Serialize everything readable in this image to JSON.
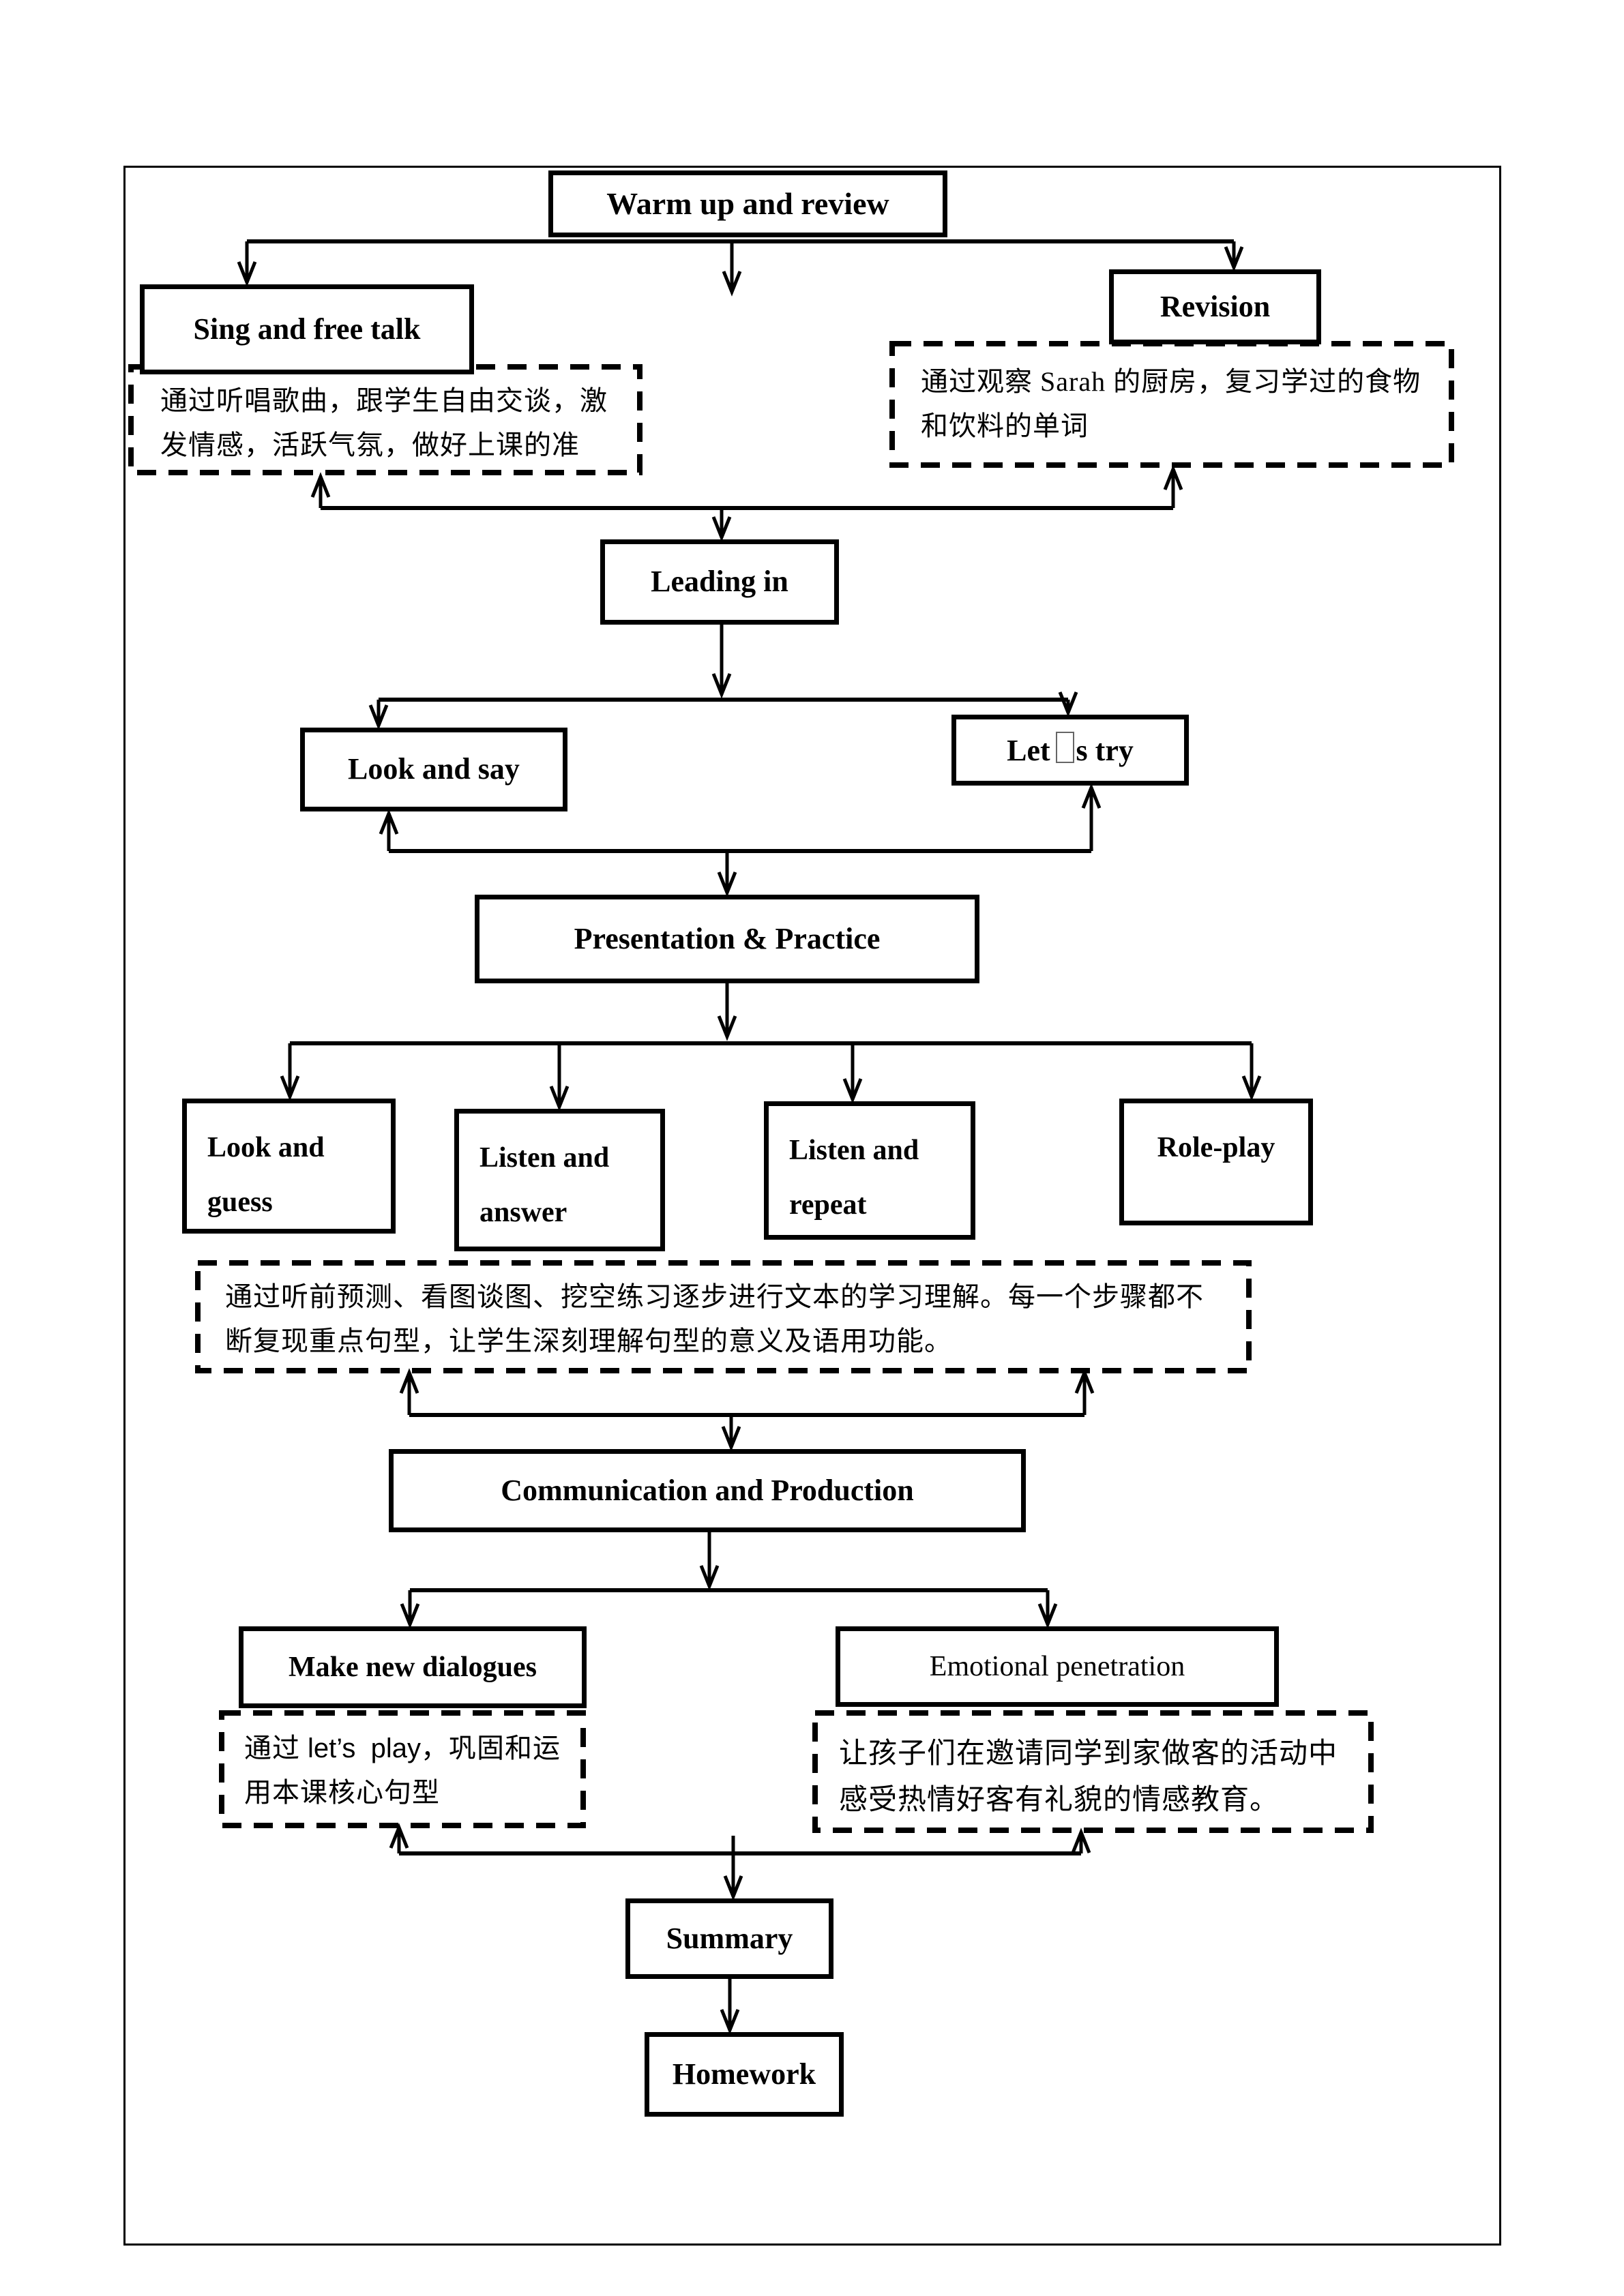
{
  "nodes": {
    "warm_up": "Warm up and review",
    "sing_free_talk": "Sing and free talk",
    "revision": "Revision",
    "leading_in": "Leading in",
    "look_and_say": "Look and say",
    "lets_try_pre": "Let",
    "lets_try_post": "s try",
    "presentation_practice": "Presentation & Practice",
    "look_and_guess": "Look and guess",
    "listen_and_answer": "Listen and answer",
    "listen_and_repeat": "Listen and repeat",
    "role_play": "Role-play",
    "communication_production": "Communication and Production",
    "make_new_dialogues": "Make new dialogues",
    "emotional_penetration": "Emotional penetration",
    "summary": "Summary",
    "homework": "Homework"
  },
  "notes": {
    "sing_note": "通过听唱歌曲，跟学生自由交谈，激发情感，活跃气氛，做好上课的准",
    "revision_note": "通过观察 Sarah 的厨房，复习学过的食物和饮料的单词",
    "practice_note": "通过听前预测、看图谈图、挖空练习逐步进行文本的学习理解。每一个步骤都不断复现重点句型，让学生深刻理解句型的意义及语用功能。",
    "make_note_pre": "通过 ",
    "make_note_latin": "let’s  play",
    "make_note_post": "，巩固和运用本课核心句型",
    "emotional_note": "让孩子们在邀请同学到家做客的活动中感受热情好客有礼貌的情感教育。"
  },
  "colors": {
    "ink": "#000000",
    "paper": "#ffffff"
  }
}
